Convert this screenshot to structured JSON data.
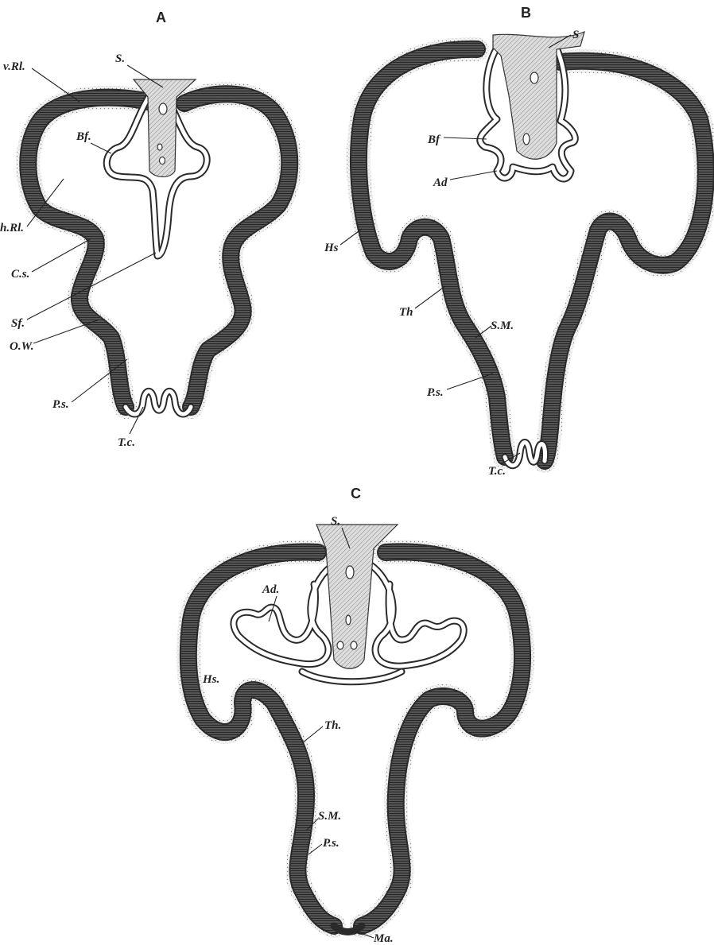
{
  "panels": {
    "A": {
      "letter": "A",
      "labels": {
        "vRl": "v.Rl.",
        "S": "S.",
        "Bf": "Bf.",
        "hRl": "h.Rl.",
        "Cs": "C.s.",
        "Sf": "Sf.",
        "OW": "O.W.",
        "Ps": "P.s.",
        "Tc": "T.c."
      }
    },
    "B": {
      "letter": "B",
      "labels": {
        "S": "S",
        "Bf": "Bf",
        "Ad": "Ad",
        "Hs": "Hs",
        "Th": "Th",
        "SM": "S.M.",
        "Ps": "P.s.",
        "Tc": "T.c."
      }
    },
    "C": {
      "letter": "C",
      "labels": {
        "S": "S.",
        "Ad": "Ad.",
        "Hs": "Hs.",
        "Th": "Th.",
        "SM": "S.M.",
        "Ps": "P.s.",
        "Ma": "Ma."
      }
    }
  },
  "colors": {
    "ink": "#2a2a2a",
    "paper": "#ffffff"
  }
}
